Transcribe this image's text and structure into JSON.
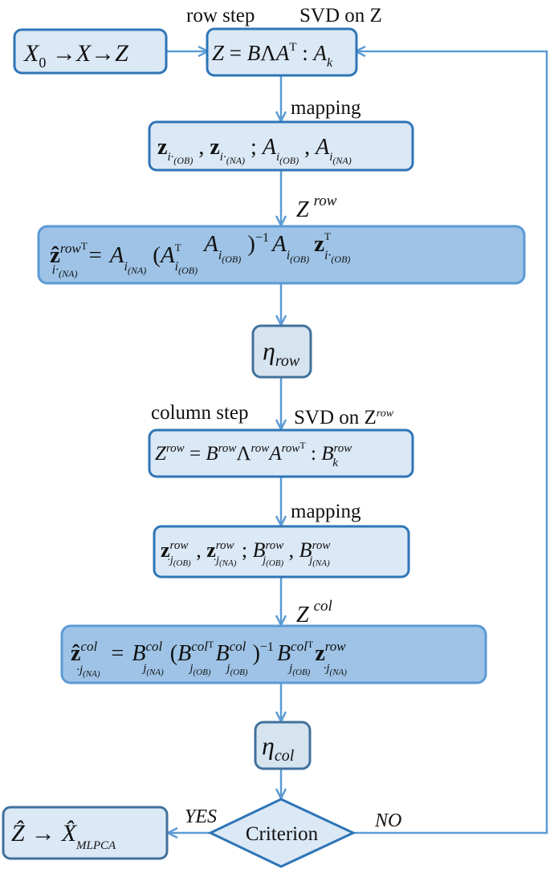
{
  "labels": {
    "row_step": "row step",
    "svd_on_z": "SVD on Z",
    "mapping_1": "mapping",
    "z_row": "Z",
    "z_row_sup": "row",
    "column_step": "column step",
    "svd_on_zrow": "SVD on Z",
    "svd_on_zrow_sup": "row",
    "mapping_2": "mapping",
    "z_col": "Z",
    "z_col_sup": "col",
    "yes": "YES",
    "no": "NO"
  },
  "nodes": {
    "input": "X0 → X → Z",
    "svd_z": "Z = BΛA^T : A_k",
    "mapping_row": "z_i·(OB), z_i·(NA); A_i(OB), A_i(NA)",
    "estimate_row": "ẑ_i·(NA)^rowT = A_i(NA) (A_i(OB)^T A_i(OB))^-1 A_i(OB) z_i·(OB)^T",
    "eta_row": "η_row",
    "svd_zrow": "Z^row = B^row Λ^row A^rowT : B_k^row",
    "mapping_col": "z_·j(OB)^row, z_·j(NA)^row; B_j(OB)^row, B_j(NA)^row",
    "estimate_col": "ẑ_·j(NA)^col = B_j(NA)^col (B_j(OB)^colT B_j(OB)^col)^-1 B_j(OB)^colT z_·j(NA)^row",
    "eta_col": "η_col",
    "criterion": "Criterion",
    "output": "Ẑ → X̂_MLPCA"
  },
  "colors": {
    "box_light_fill": "#dbe8f5",
    "box_dark_fill": "#9ec3e6",
    "border": "#2e75b6",
    "arrow": "#5b9bd5"
  }
}
